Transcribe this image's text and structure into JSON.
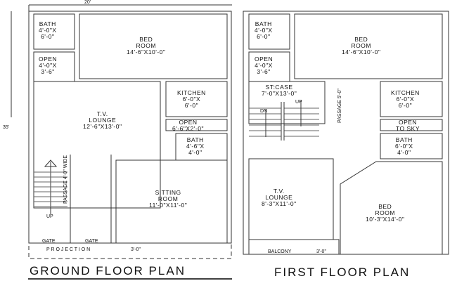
{
  "ground_floor": {
    "title": "GROUND FLOOR PLAN",
    "width_dim": "20'",
    "depth_dim": "35'",
    "rooms": [
      {
        "name": "BATH\n4'-0\"X\n6'-0\""
      },
      {
        "name": "BED\nROOM\n14'-6\"X10'-0\""
      },
      {
        "name": "OPEN\n4'-0\"X\n3'-6\""
      },
      {
        "name": "KITCHEN\n6'-0\"X\n6'-0\""
      },
      {
        "name": "T.V.\nLOUNGE\n12'-6\"X13'-0\""
      },
      {
        "name": "OPEN\n6'-6\"X2'-0\""
      },
      {
        "name": "BATH\n4'-6\"X\n4'-0\""
      },
      {
        "name": "SITTING\nROOM\n11'-0\"X11'-0\""
      }
    ],
    "passage": "PASSAGE    4'-0\" WIDE",
    "up": "UP",
    "gate1": "GATE",
    "gate2": "GATE",
    "projection": "P R O J E C T I O N",
    "projection_dim": "3'-0\""
  },
  "first_floor": {
    "title": "FIRST FLOOR PLAN",
    "rooms": [
      {
        "name": "BATH\n4'-0\"X\n6'-0\""
      },
      {
        "name": "BED\nROOM\n14'-6\"X10'-0\""
      },
      {
        "name": "OPEN\n4'-0\"X\n3'-6\""
      },
      {
        "name": "ST:CASE\n7'-0\"X13'-0\""
      },
      {
        "name": "KITCHEN\n6'-0\"X\n6'-0\""
      },
      {
        "name": "OPEN\nTO SKY"
      },
      {
        "name": "BATH\n6'-0\"X\n4'-0\""
      },
      {
        "name": "T.V.\nLOUNGE\n8'-3\"X11'-0\""
      },
      {
        "name": "BED\nROOM\n10'-3\"X14'-0\""
      }
    ],
    "passage": "PASSAGE\n5'-0\"",
    "dn": "DN",
    "up": "UP",
    "balcony": "BALCONY",
    "balcony_dim": "3'-0\""
  }
}
